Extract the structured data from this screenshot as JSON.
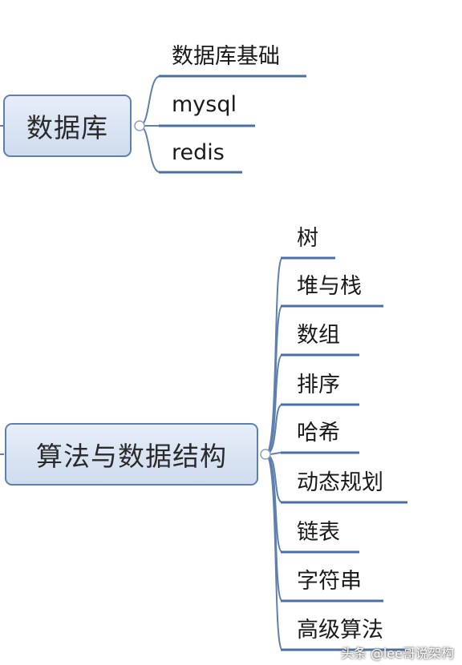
{
  "topics": [
    {
      "label": "数据库",
      "subtopics": [
        "数据库基础",
        "mysql",
        "redis"
      ]
    },
    {
      "label": "算法与数据结构",
      "subtopics": [
        "树",
        "堆与栈",
        "数组",
        "排序",
        "哈希",
        "动态规划",
        "链表",
        "字符串",
        "高级算法"
      ]
    }
  ],
  "watermark": "头条 @lee哥说架构",
  "colors": {
    "topic_fill": "#dbe5f3",
    "topic_border": "#5f7fae",
    "branch_line": "#5f7fae",
    "underline": "#4a6fa8"
  }
}
